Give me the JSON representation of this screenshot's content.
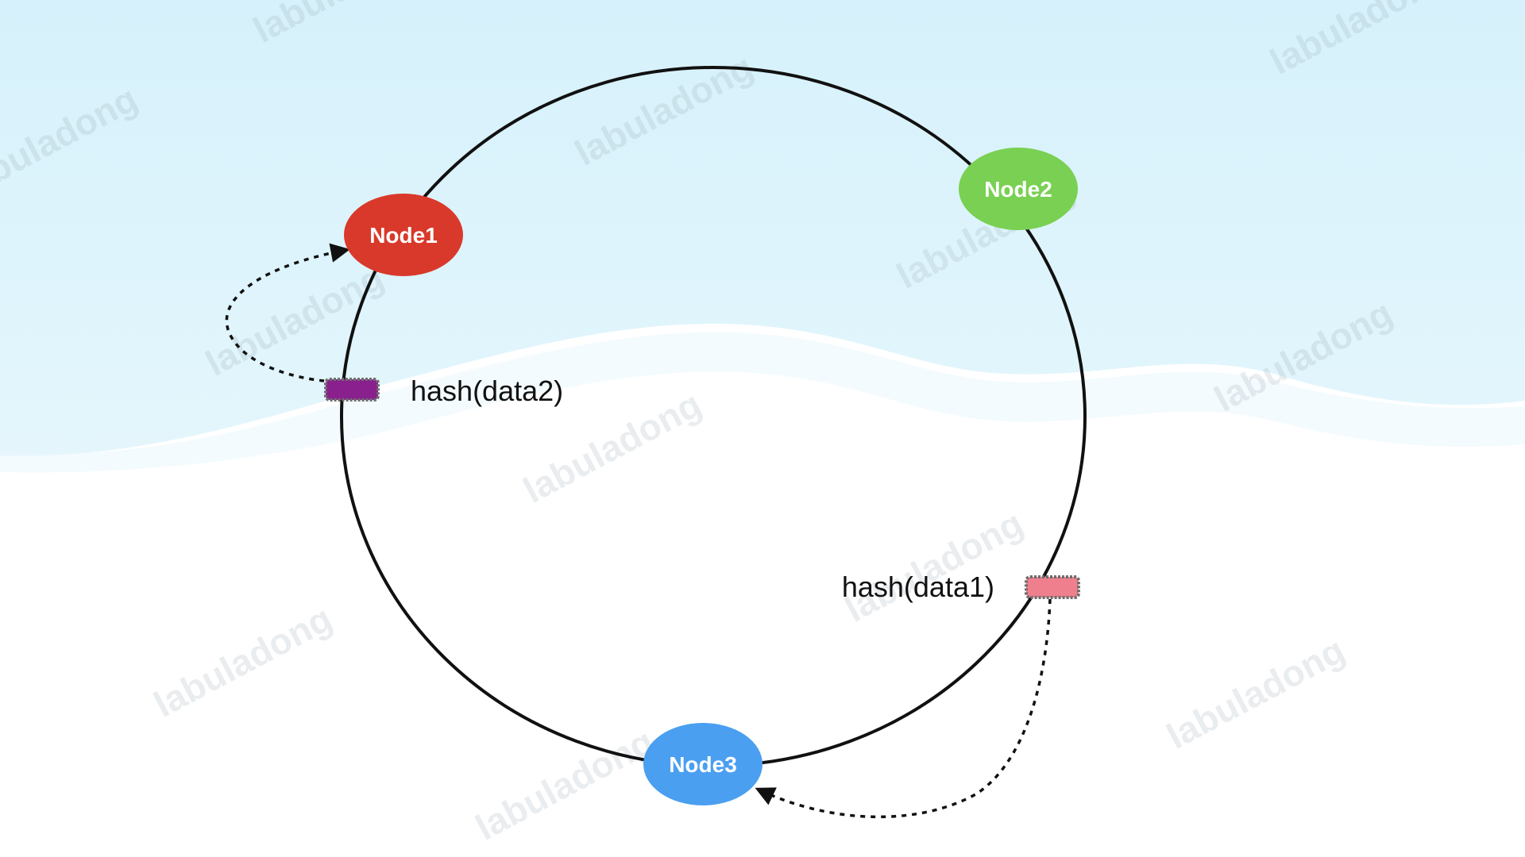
{
  "diagram": {
    "nodes": [
      {
        "id": "node1",
        "label": "Node1",
        "color": "#d9392b"
      },
      {
        "id": "node2",
        "label": "Node2",
        "color": "#79d052"
      },
      {
        "id": "node3",
        "label": "Node3",
        "color": "#4a9ff0"
      }
    ],
    "hashes": [
      {
        "id": "data2",
        "label": "hash(data2)",
        "color": "#8a1f8e",
        "maps_to": "node1"
      },
      {
        "id": "data1",
        "label": "hash(data1)",
        "color": "#ef7f8d",
        "maps_to": "node3"
      }
    ],
    "watermark": "labuladong",
    "colors": {
      "ring": "#111111",
      "sky": "#d8f2fb",
      "ground": "#ffffff"
    }
  }
}
